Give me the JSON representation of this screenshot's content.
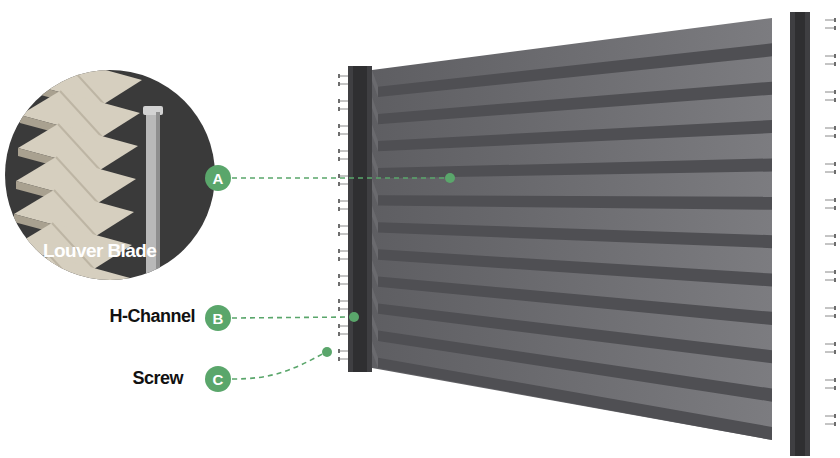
{
  "diagram": {
    "nodes": [
      {
        "text": [
          "Louver Blade"
        ]
      },
      {
        "text": [
          "A"
        ]
      },
      {
        "text": [
          "B"
        ]
      },
      {
        "text": [
          "C"
        ]
      }
    ],
    "labels": [
      "H-Channel",
      "Screw"
    ]
  }
}
